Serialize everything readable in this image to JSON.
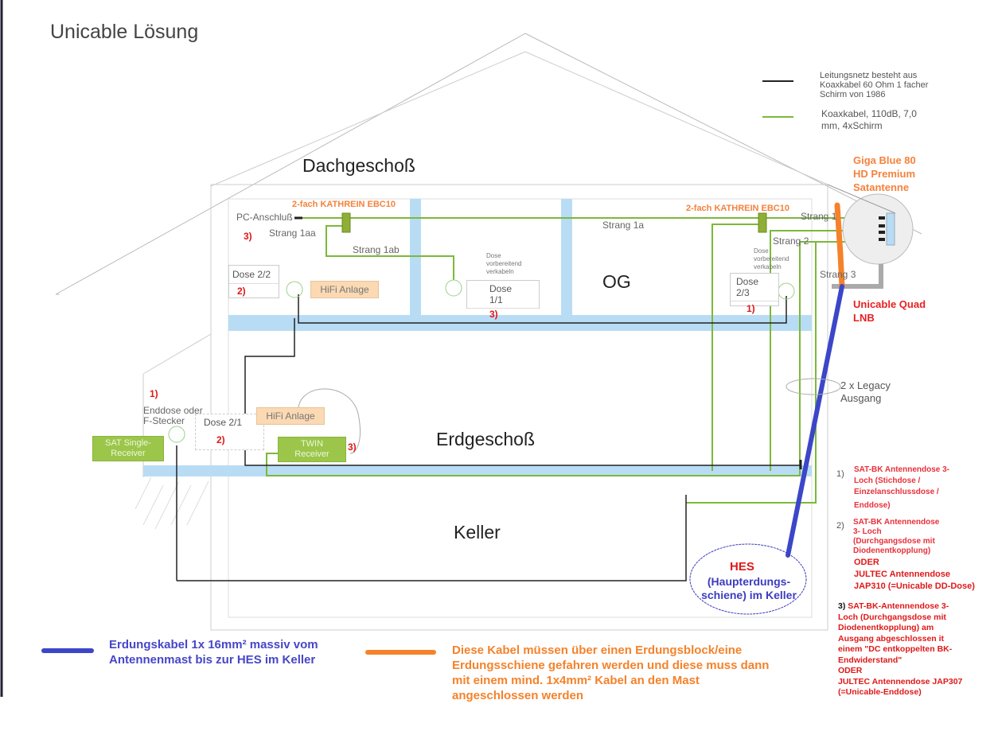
{
  "title": "Unicable Lösung",
  "floors": {
    "attic": "Dachgeschoß",
    "upper": "OG",
    "ground": "Erdgeschoß",
    "basement": "Keller"
  },
  "legend": {
    "old_cable": "Leitungsnetz besteht aus Koaxkabel 60 Ohm 1 facher Schirm von 1986",
    "old_cable_lines": [
      "Leitungsnetz besteht aus",
      "Koaxkabel 60 Ohm 1 facher",
      "Schirm von 1986"
    ],
    "new_cable_lines": [
      "Koaxkabel, 110dB, 7,0",
      "mm, 4xSchirm"
    ],
    "colors": {
      "old_cable": "#222222",
      "new_cable": "#7cb83a"
    }
  },
  "antenna": {
    "name_lines": [
      "Giga Blue 80",
      "HD Premium",
      "Satantenne"
    ],
    "lnb_lines": [
      "Unicable Quad",
      "LNB"
    ]
  },
  "strands": {
    "s1": "Strang 1",
    "s2": "Strang 2",
    "s3": "Strang 3",
    "s1a": "Strang 1a",
    "s1aa": "Strang 1aa",
    "s1ab": "Strang 1ab"
  },
  "splitters": {
    "left": "2-fach KATHREIN EBC10",
    "right": "2-fach KATHREIN EBC10"
  },
  "outlets": {
    "pc": "PC-Anschluß",
    "pc_num": "3)",
    "dose22": "Dose 2/2",
    "dose22_num": "2)",
    "dose11": "Dose 1/1",
    "dose11_num": "3)",
    "dose11_note": [
      "Dose",
      "vorbereitend",
      "verkabeln"
    ],
    "dose23": "Dose 2/3",
    "dose23_num": "1)",
    "dose23_note": [
      "Dose",
      "vorbereitend",
      "verkabeln"
    ],
    "dose21": "Dose 2/1",
    "dose21_num": "2)",
    "enddose_num": "1)",
    "enddose_lines": [
      "Enddose oder",
      "F-Stecker"
    ]
  },
  "devices": {
    "hifi_og": "HiFi Anlage",
    "hifi_eg": "HiFi Anlage",
    "twin_lines": [
      "TWIN",
      "Receiver"
    ],
    "twin_num": "3)",
    "single_lines": [
      "SAT Single-",
      "Receiver"
    ]
  },
  "legacy": [
    "2 x Legacy",
    "Ausgang"
  ],
  "hes": {
    "title": "HES",
    "sub_lines": [
      "(Haupterdungs-",
      "schiene) im Keller"
    ]
  },
  "notes": {
    "n1_num": "1)",
    "n1_lines": [
      "SAT-BK Antennendose 3-",
      "Loch (Stichdose /",
      "Einzelanschlussdose /",
      "Enddose)"
    ],
    "n2_num": "2)",
    "n2_lines": [
      "SAT-BK Antennendose",
      "3- Loch",
      "(Durchgangsdose mit",
      "Diodenentkopplung)"
    ],
    "n2_alt_lines": [
      "ODER",
      "JULTEC Antennendose",
      "JAP310 (=Unicable DD-Dose)"
    ],
    "n3_num": "3)",
    "n3_lines": [
      "SAT-BK-Antennendose 3-",
      "Loch (Durchgangsdose mit",
      "Diodenentkopplung) am",
      "Ausgang abgeschlossen it",
      "einem \"DC entkoppelten BK-",
      "Endwiderstand\"",
      "ODER",
      "JULTEC Antennendose JAP307",
      "(=Unicable-Enddose)"
    ]
  },
  "bottom_legend": {
    "blue_lines": [
      "Erdungskabel 1x 16mm² massiv vom",
      "Antennenmast bis zur HES im Keller"
    ],
    "orange_lines": [
      "Diese Kabel müssen über einen Erdungsblock/eine",
      "Erdungsschiene gefahren werden und diese muss dann",
      "mit einem mind. 1x4mm² Kabel an den Mast",
      "angeschlossen werden"
    ],
    "colors": {
      "ground_cable": "#3c46c8",
      "bond_cable": "#f5822a"
    }
  }
}
